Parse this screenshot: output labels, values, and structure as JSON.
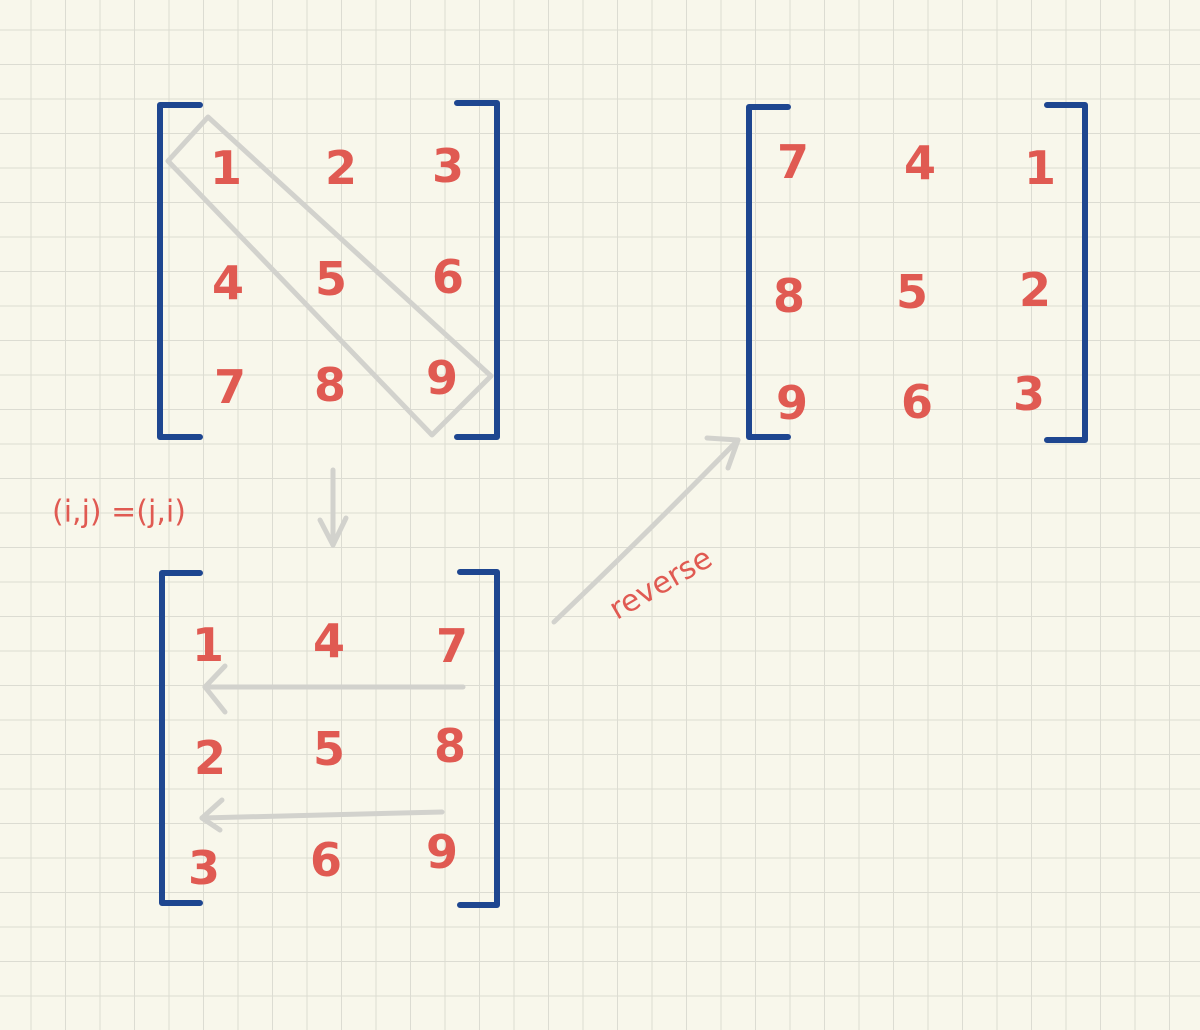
{
  "matrices": {
    "original": {
      "rows": [
        [
          "1",
          "2",
          "3"
        ],
        [
          "4",
          "5",
          "6"
        ],
        [
          "7",
          "8",
          "9"
        ]
      ]
    },
    "transposed": {
      "rows": [
        [
          "1",
          "4",
          "7"
        ],
        [
          "2",
          "5",
          "8"
        ],
        [
          "3",
          "6",
          "9"
        ]
      ]
    },
    "rotated": {
      "rows": [
        [
          "7",
          "4",
          "1"
        ],
        [
          "8",
          "5",
          "2"
        ],
        [
          "9",
          "6",
          "3"
        ]
      ]
    }
  },
  "annotations": {
    "swap_formula": "(i,j) =(j,i)",
    "reverse_label": "reverse"
  },
  "colors": {
    "ink_red": "#e05a52",
    "bracket_blue": "#1e4690",
    "guide_gray": "#d2d2cd",
    "paper": "#f8f7eb",
    "grid": "#dcdcd2"
  }
}
